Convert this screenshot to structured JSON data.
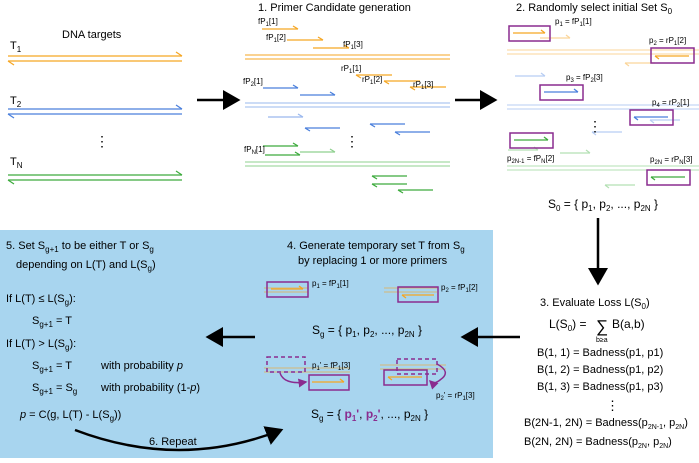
{
  "colors": {
    "orange": "#f5a623",
    "blue": "#4a7fdc",
    "green": "#3dab3d",
    "purple": "#8a2c8f",
    "panel": "#a8d5ef"
  },
  "dna_targets": {
    "title": "DNA targets",
    "t1": "T",
    "t1_sub": "1",
    "t2": "T",
    "t2_sub": "2",
    "tn": "T",
    "tn_sub": "N",
    "dots": "⋮"
  },
  "step1": {
    "title": "1. Primer Candidate generation",
    "labels": [
      {
        "main": "fP",
        "sub": "1",
        "tail": "[1]"
      },
      {
        "main": "fP",
        "sub": "1",
        "tail": "[2]"
      },
      {
        "main": "fP",
        "sub": "1",
        "tail": "[3]"
      },
      {
        "main": "rP",
        "sub": "1",
        "tail": "[1]"
      },
      {
        "main": "rP",
        "sub": "1",
        "tail": "[2]"
      },
      {
        "main": "rP",
        "sub": "1",
        "tail": "[3]"
      },
      {
        "main": "fP",
        "sub": "2",
        "tail": "[1]"
      },
      {
        "main": "fP",
        "sub": "N",
        "tail": "[1]"
      }
    ],
    "dots": "⋮"
  },
  "step2": {
    "title": "2. Randomly select initial Set S",
    "title_sub": "0",
    "labels": [
      {
        "a": "p",
        "as": "1",
        "b": " = fP",
        "bs": "1",
        "tail": "[1]"
      },
      {
        "a": "p",
        "as": "2",
        "b": " = rP",
        "bs": "1",
        "tail": "[2]"
      },
      {
        "a": "p",
        "as": "3",
        "b": " = fP",
        "bs": "2",
        "tail": "[3]"
      },
      {
        "a": "p",
        "as": "4",
        "b": " = rP",
        "bs": "2",
        "tail": "[1]"
      },
      {
        "a": "p",
        "as": "2N-1",
        "b": " = fP",
        "bs": "N",
        "tail": "[2]"
      },
      {
        "a": "p",
        "as": "2N",
        "b": " = rP",
        "bs": "N",
        "tail": "[3]"
      }
    ],
    "dots": "⋮",
    "set_lhs": "S",
    "set_lhs_sub": "0",
    "set_eq": " = { p",
    "set_items": [
      "1",
      "2",
      "2N"
    ]
  },
  "step3": {
    "title": "3. Evaluate Loss L(S",
    "title_sub": "0",
    "title_end": ")",
    "formula_lhs": "L(S",
    "formula_lhs_sub": "0",
    "formula_mid": ") = ",
    "sigma": "∑",
    "sigma_sub": "b≥a",
    "formula_rhs": "B(a,b)",
    "rows": [
      "B(1, 1) = Badness(p1, p1)",
      "B(1, 2) = Badness(p1, p2)",
      "B(1, 3) = Badness(p1, p3)"
    ],
    "dots": "⋮",
    "row_2n1": "B(2N-1, 2N) = Badness(p",
    "row_2n1_s1": "2N-1",
    "row_2n1_mid": ", p",
    "row_2n1_s2": "2N",
    "row_2n2": "B(2N, 2N) = Badness(p",
    "row_2n2_s1": "2N",
    "row_2n2_s2": "2N"
  },
  "step4": {
    "title_line1": "4. Generate temporary set T from S",
    "title_line1_sub": "g",
    "title_line2": "by replacing 1 or more primers",
    "lbl_p1": {
      "a": "p",
      "as": "1",
      "b": " = fP",
      "bs": "1",
      "tail": "[1]"
    },
    "lbl_p2": {
      "a": "p",
      "as": "2",
      "b": " = fP",
      "bs": "1",
      "tail": "[2]"
    },
    "lbl_p1p": {
      "a": "p",
      "as": "1",
      "prime": "'",
      "b": " = fP",
      "bs": "1",
      "tail": "[3]"
    },
    "lbl_p2p": {
      "a": "p",
      "as": "2",
      "prime": "'",
      "b": " = rP",
      "bs": "1",
      "tail": "[3]"
    },
    "set_g": "S",
    "set_g_sub": "g",
    "set_items_g": [
      "1",
      "2",
      "2N"
    ],
    "set2_p1": "p",
    "set2_p1_sub": "1",
    "set2_p2": "p",
    "set2_p2_sub": "2",
    "prime": "'"
  },
  "step5": {
    "line1": "5. Set S",
    "line1_sub": "g+1",
    "line1_end": " to be either T or S",
    "line1_end_sub": "g",
    "line2": "depending on L(T) and L(S",
    "line2_sub": "g",
    "line2_end": ")",
    "cond1": "If L(T) ≤ L(S",
    "cond1_sub": "g",
    "cond1_end": "):",
    "res1": "S",
    "res1_sub": "g+1",
    "res1_end": " = T",
    "cond2": "If L(T) > L(S",
    "cond2_sub": "g",
    "cond2_end": "):",
    "res2": "S",
    "res2_sub": "g+1",
    "res2_end": " = T",
    "res2_prob": "with probability ",
    "res2_p": "p",
    "res3": "S",
    "res3_sub": "g+1",
    "res3_end": " = S",
    "res3_end_sub": "g",
    "res3_prob": "with probability (1-",
    "res3_p": "p",
    "res3_prob_end": ")",
    "pformula_p": "p",
    "pformula": " = C(g, L(T) - L(S",
    "pformula_sub": "g",
    "pformula_end": "))",
    "repeat": "6. Repeat"
  }
}
